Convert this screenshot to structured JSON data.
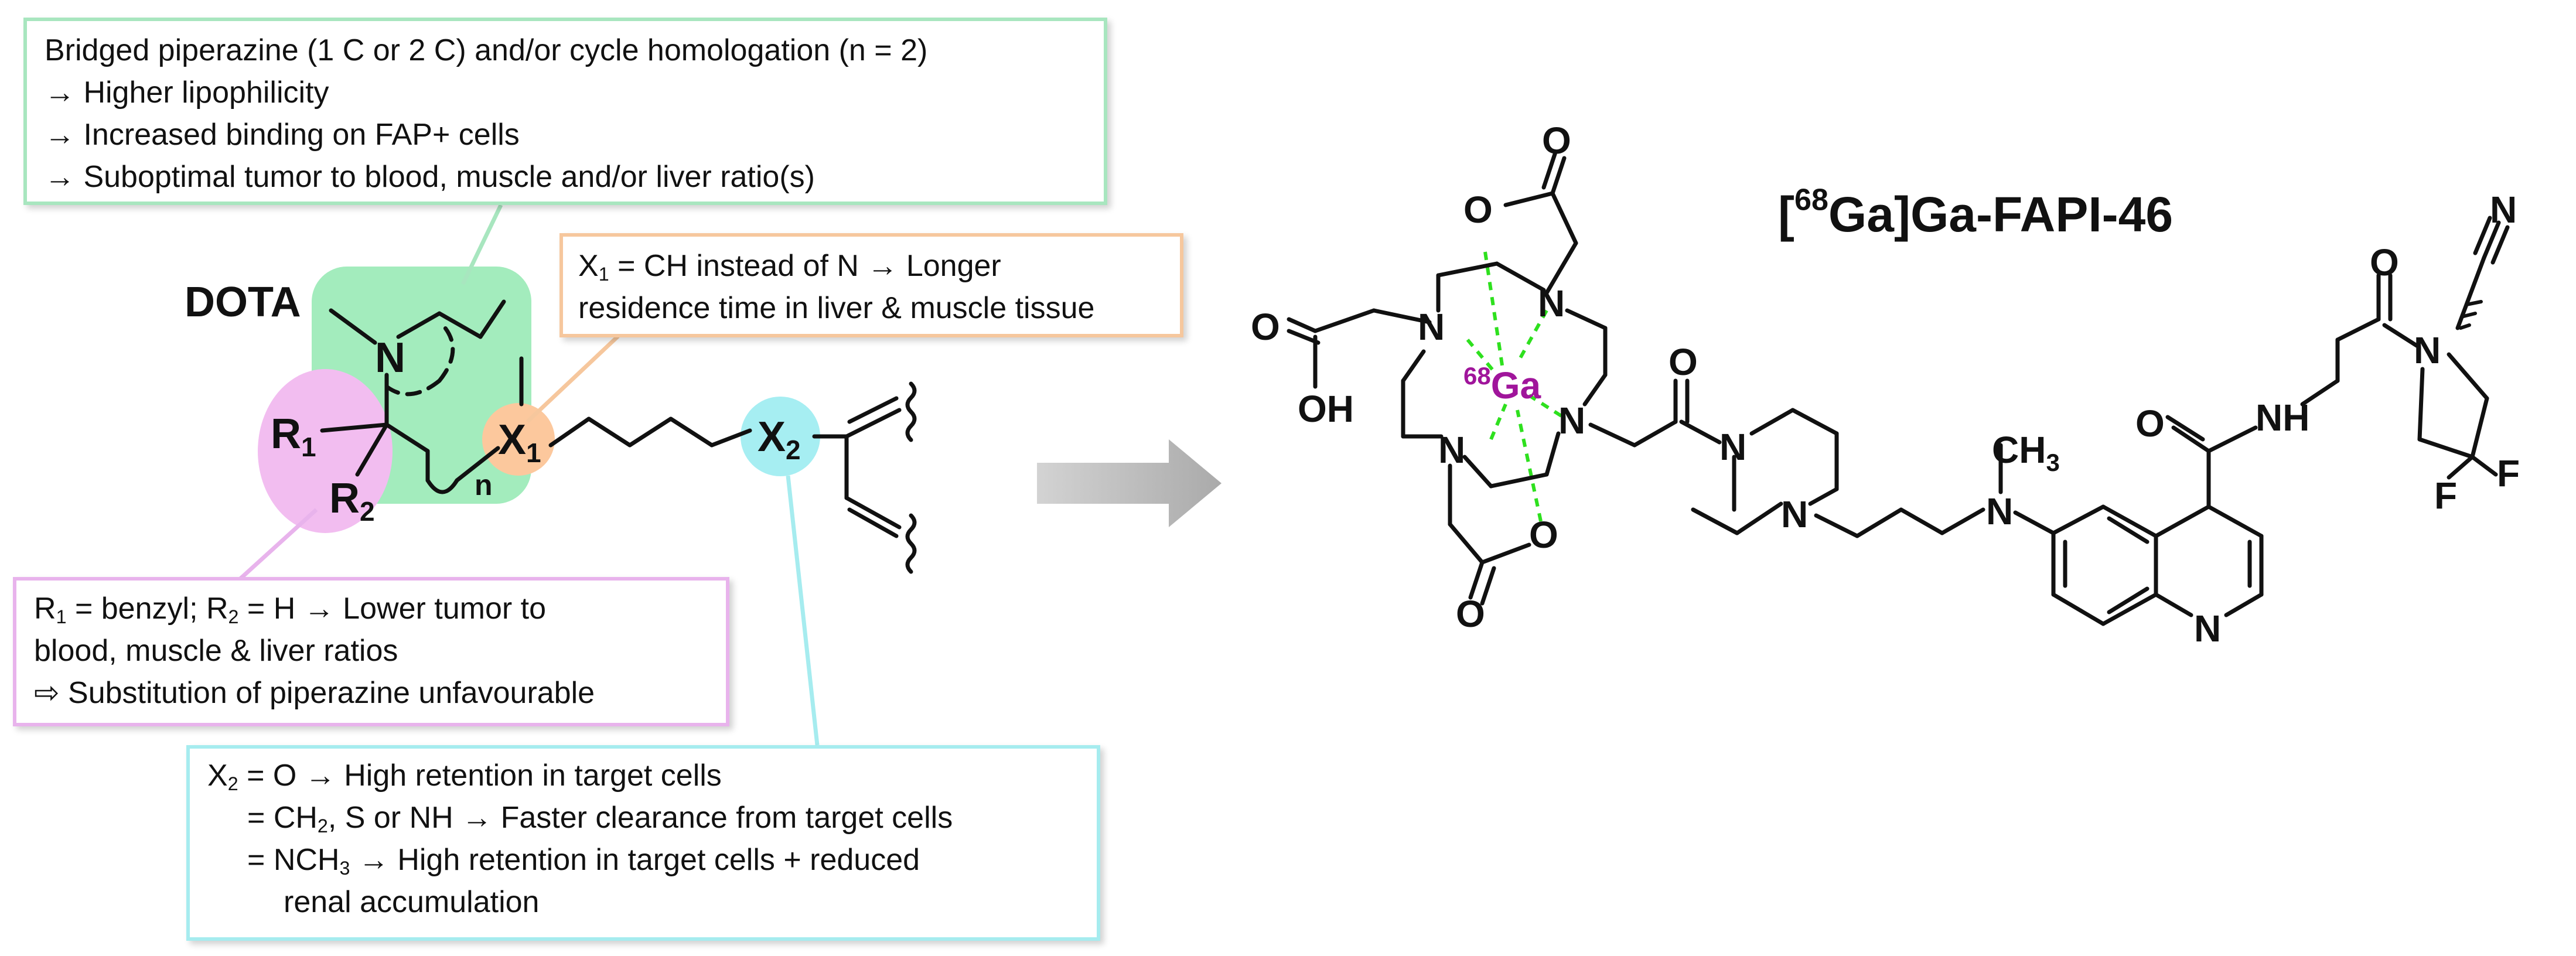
{
  "green_box": {
    "line1": "Bridged piperazine (1 C or 2 C) and/or cycle homologation (n = 2)",
    "line2": "→ Higher lipophilicity",
    "line3": "→  Increased binding on FAP+ cells",
    "line4": "→  Suboptimal tumor to blood, muscle and/or liver ratio(s)"
  },
  "orange_box": {
    "line1_var": "X",
    "line1_sub": "1",
    "line1_rest": " = CH instead of N → Longer",
    "line2": "residence time in liver & muscle tissue"
  },
  "pink_box": {
    "line1_a": "R",
    "line1_a_sub": "1",
    "line1_b": " = benzyl; R",
    "line1_b_sub": "2",
    "line1_c": " = H → Lower tumor to",
    "line2": "blood, muscle & liver ratios",
    "line3": "⇨ Substitution of piperazine unfavourable"
  },
  "cyan_box": {
    "line1_var": "X",
    "line1_sub": "2",
    "line1_rest": " = O → High retention in target cells",
    "line2_a": "= CH",
    "line2_sub": "2",
    "line2_b": ", S or NH → Faster clearance from target cells",
    "line3_a": "= NCH",
    "line3_sub": "3",
    "line3_b": " → High retention in target cells + reduced",
    "line4": "renal accumulation"
  },
  "generic_structure": {
    "dota_label": "DOTA",
    "n_atom": "N",
    "r1": "R",
    "r1_sub": "1",
    "r2": "R",
    "r2_sub": "2",
    "x1": "X",
    "x1_sub": "1",
    "x2": "X",
    "x2_sub": "2",
    "n_index": "n"
  },
  "compound": {
    "title_pre": "[",
    "title_sup": "68",
    "title_post": "Ga]Ga-FAPI-46",
    "atoms": {
      "ga_sup": "68",
      "ga": "Ga",
      "n": "N",
      "o": "O",
      "oh": "OH",
      "nh": "NH",
      "ch3": "CH",
      "ch3_sub": "3",
      "f": "F"
    }
  },
  "colors": {
    "green_box": "#a8e6bf",
    "orange_box": "#f6c79d",
    "pink_box": "#e8b3ec",
    "cyan_box": "#a6ecef",
    "ga": "#a0159b",
    "coordination": "#2ee01e"
  }
}
